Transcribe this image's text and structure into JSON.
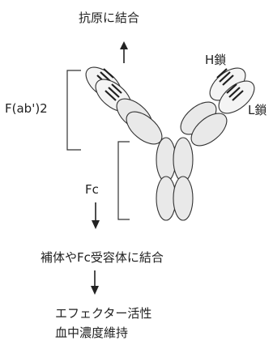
{
  "colors": {
    "ink": "#222222",
    "domain_fill": "#e9e9e9",
    "variable_fill": "#f4f4f4",
    "stripe": "#1f1f1f"
  },
  "labels": {
    "antigen_binding": "抗原に結合",
    "heavy_chain": "H鎖",
    "light_chain": "L鎖",
    "fab_region": "F(ab')2",
    "fc_region": "Fc",
    "complement_binding": "補体やFc受容体に結合",
    "effector_line1": "エフェクター活性",
    "effector_line2": "血中濃度維持"
  }
}
